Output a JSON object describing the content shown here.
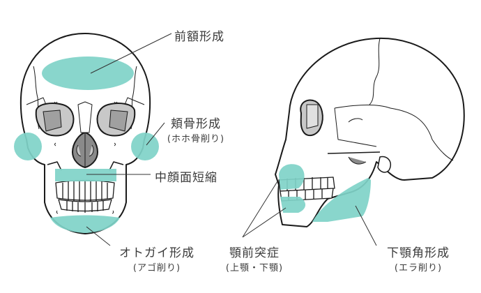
{
  "colors": {
    "highlight": "#7fd3c8",
    "outline": "#1a1a1a",
    "shade_dark": "#8a8a8a",
    "shade_light": "#c8c8c8",
    "text": "#3a3a3a"
  },
  "figures": {
    "front_skull": {
      "view": "front"
    },
    "side_skull": {
      "view": "side"
    }
  },
  "labels": {
    "forehead": {
      "main": "前額形成"
    },
    "cheekbone": {
      "main": "頬骨形成",
      "sub": "(ホホ骨削り)"
    },
    "midface": {
      "main": "中顔面短縮"
    },
    "chin": {
      "main": "オトガイ形成",
      "sub": "(アゴ削り)"
    },
    "jaw_protrusion": {
      "main": "顎前突症",
      "sub": "(上顎・下顎)"
    },
    "jaw_angle": {
      "main": "下顎角形成",
      "sub": "(エラ削り)"
    }
  }
}
